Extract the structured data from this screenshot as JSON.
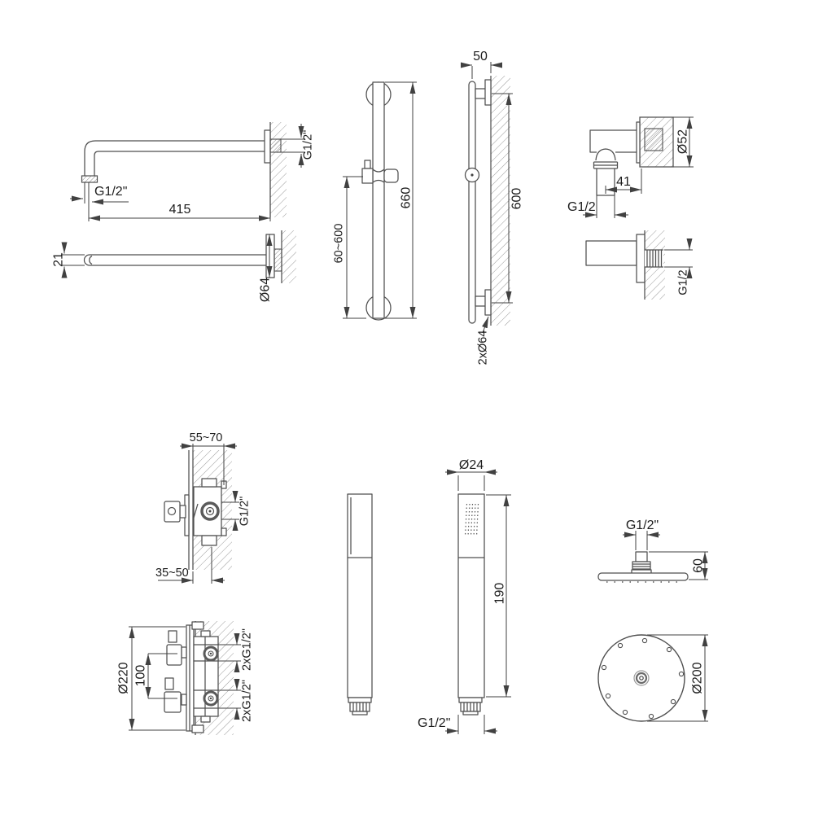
{
  "page": {
    "background": "#ffffff",
    "line_color": "#4f4f4f",
    "dim_color": "#414141"
  },
  "views": {
    "arm_side": {
      "thread_label": "G1/2\"",
      "length_label": "415",
      "wall_thread_label": "G1/2\""
    },
    "arm_top": {
      "height_label": "21",
      "flange_label": "Ø64"
    },
    "slidebar_front": {
      "overall_label": "660",
      "range_label": "60~600"
    },
    "slidebar_side": {
      "offset_label": "50",
      "span_label": "600",
      "flange_label": "2xØ64"
    },
    "elbow_side": {
      "plate_label": "Ø52",
      "depth_label": "41",
      "thread_label": "G1/2"
    },
    "elbow_top": {
      "thread_label": "G1/2"
    },
    "mixer_side": {
      "embed_label": "55~70",
      "thread_label": "G1/2\"",
      "trim_label": "35~50"
    },
    "handshower": {
      "diameter_label": "Ø24",
      "length_label": "190",
      "thread_label": "G1/2\""
    },
    "head_side": {
      "thread_label": "G1/2\"",
      "height_label": "60"
    },
    "head_top": {
      "diameter_label": "Ø200"
    },
    "dual_valve": {
      "plate_label": "Ø220",
      "spacing_label": "100",
      "top_thread_label": "2xG1/2\"",
      "bottom_thread_label": "2xG1/2\""
    }
  }
}
